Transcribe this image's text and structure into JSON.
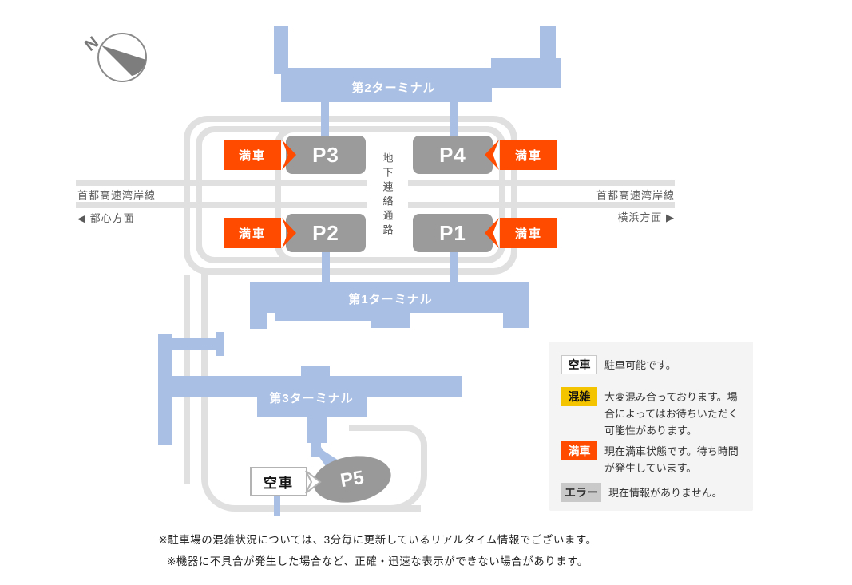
{
  "compass": {
    "label": "N"
  },
  "terminals": {
    "t2": "第2ターミナル",
    "t1": "第1ターミナル",
    "t3": "第3ターミナル"
  },
  "corridor": {
    "label": "地下連絡通路"
  },
  "roads": {
    "left_name": "首都高速湾岸線",
    "left_direction": "◀ 都心方面",
    "right_name": "首都高速湾岸線",
    "right_direction": "横浜方面 ▶"
  },
  "parking": {
    "p3": {
      "name": "P3",
      "status": "full",
      "status_label": "満車"
    },
    "p4": {
      "name": "P4",
      "status": "full",
      "status_label": "満車"
    },
    "p2": {
      "name": "P2",
      "status": "full",
      "status_label": "満車"
    },
    "p1": {
      "name": "P1",
      "status": "full",
      "status_label": "満車"
    },
    "p5": {
      "name": "P5",
      "status": "vacant",
      "status_label": "空車"
    }
  },
  "legend": {
    "items": [
      {
        "badge": "空車",
        "type": "vacant",
        "text": "駐車可能です。"
      },
      {
        "badge": "混雑",
        "type": "crowded",
        "text": "大変混み合っております。場合によってはお待ちいただく可能性があります。"
      },
      {
        "badge": "満車",
        "type": "full",
        "text": "現在満車状態です。待ち時間が発生しています。"
      },
      {
        "badge": "エラー",
        "type": "error",
        "text": "現在情報がありません。"
      }
    ]
  },
  "notes": [
    "※駐車場の混雑状況については、3分毎に更新しているリアルタイム情報でございます。",
    "※機器に不具合が発生した場合など、正確・迅速な表示ができない場合があります。"
  ],
  "colors": {
    "full": "#ff4b00",
    "crowded": "#f5c400",
    "vacant": "#ffffff",
    "error": "#c9c9c9",
    "terminal_blue": "#a9bfe4",
    "lot_gray": "#9b9b9b",
    "road_gray": "#e0e0e0"
  }
}
